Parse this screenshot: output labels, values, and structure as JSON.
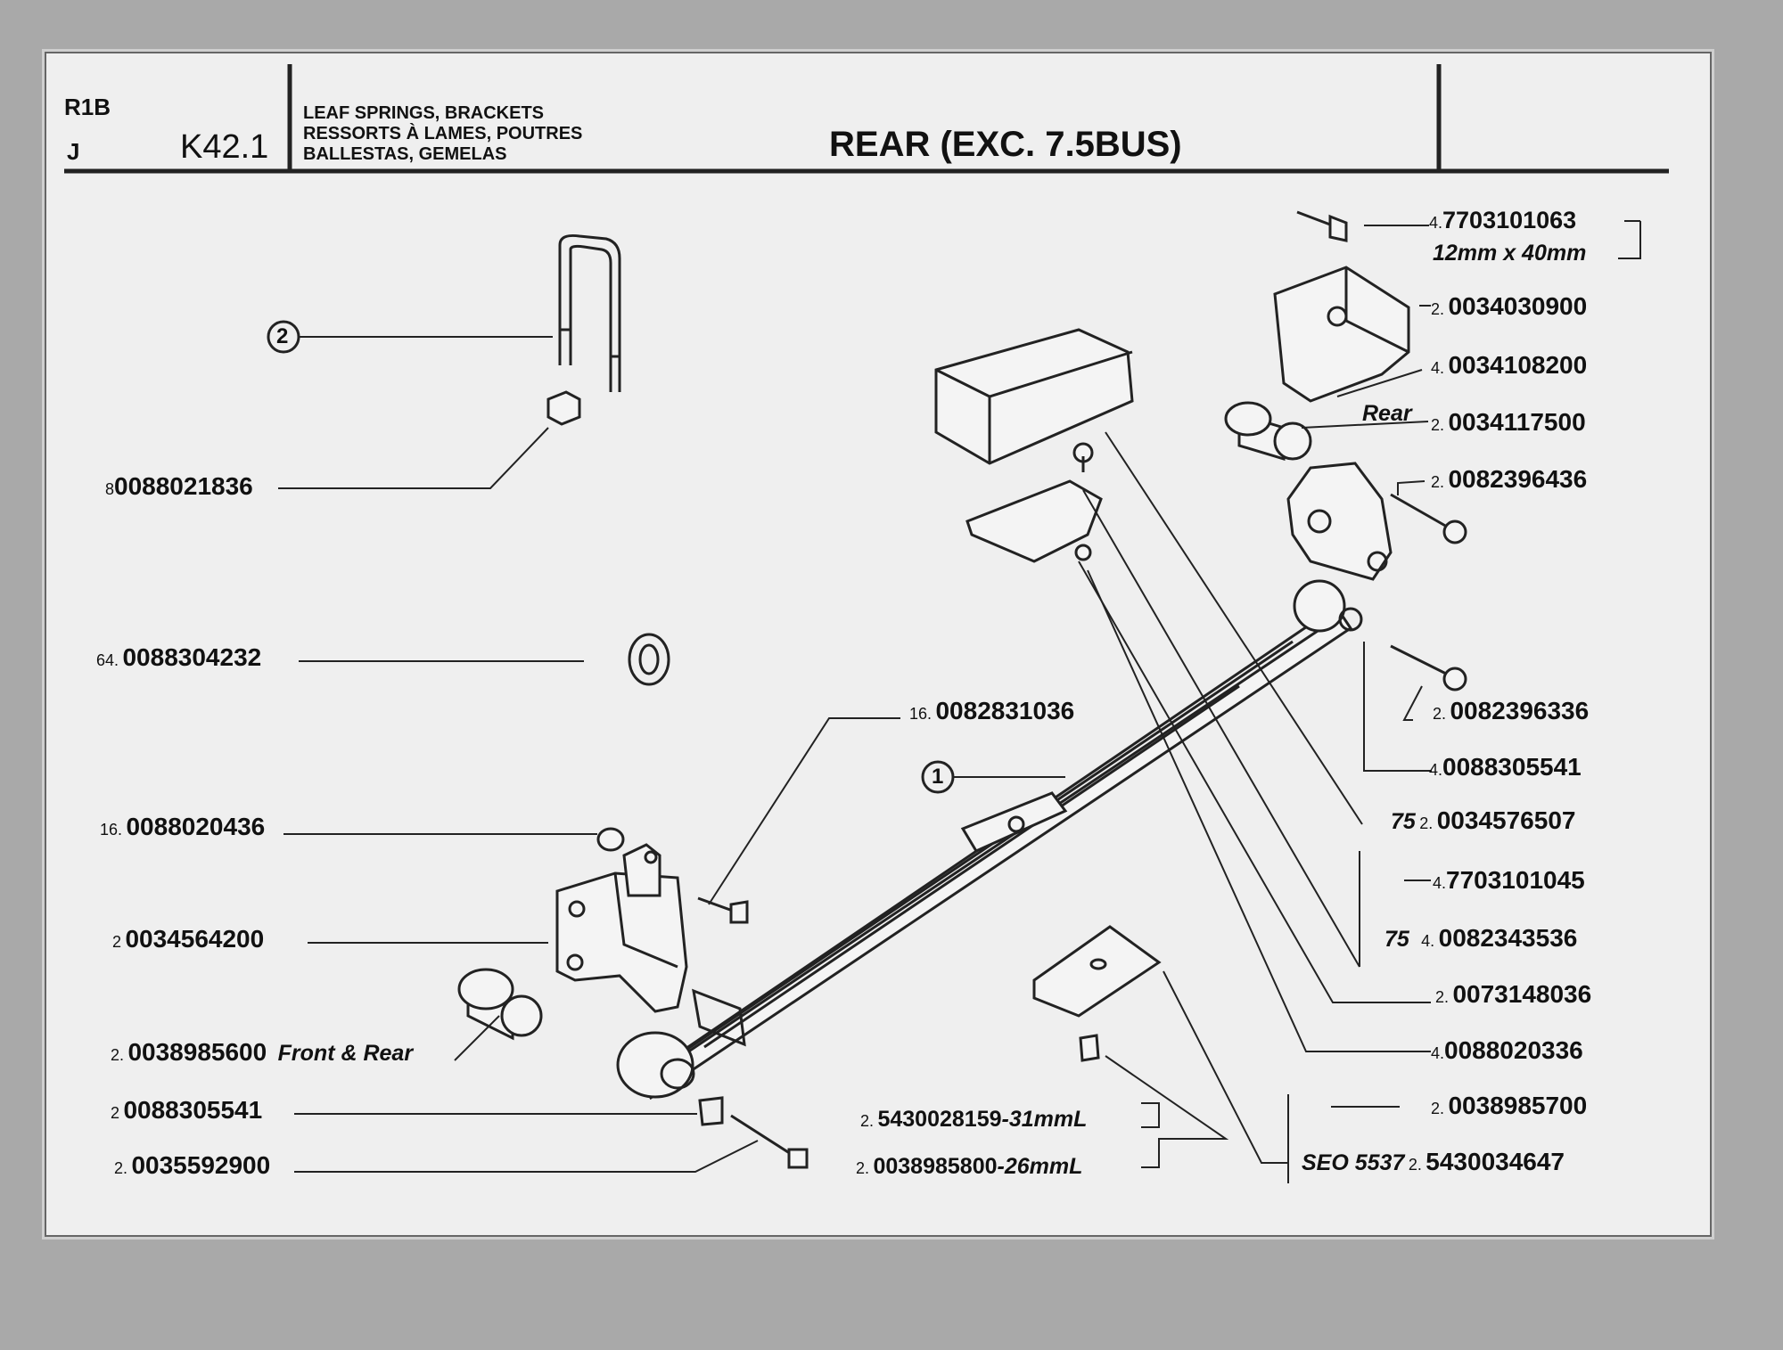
{
  "header": {
    "model": "R1B",
    "variant": "J",
    "page_code": "K42.1",
    "titles": [
      "LEAF SPRINGS, BRACKETS",
      "RESSORTS À LAMES, POUTRES",
      "BALLESTAS, GEMELAS"
    ],
    "subtitle": "REAR (EXC. 7.5BUS)"
  },
  "callouts": {
    "leaf_spring": "1",
    "u_bolt": "2"
  },
  "left_parts": [
    {
      "qty": "8",
      "number": "0088021836"
    },
    {
      "qty": "64.",
      "number": "0088304232"
    },
    {
      "qty": "16.",
      "number": "0088020436"
    },
    {
      "qty": "2",
      "number": "0034564200"
    },
    {
      "qty": "2.",
      "number": "0038985600",
      "note": "Front & Rear"
    },
    {
      "qty": "2",
      "number": "0088305541"
    },
    {
      "qty": "2.",
      "number": "0035592900"
    }
  ],
  "center_parts": [
    {
      "qty": "16.",
      "number": "0082831036"
    },
    {
      "qty": "2.",
      "number": "5430028159",
      "note": "-31mmL"
    },
    {
      "qty": "2.",
      "number": "0038985800",
      "note": "-26mmL"
    }
  ],
  "right_parts": [
    {
      "qty": "4.",
      "number": "7703101063",
      "note": "12mm x 40mm"
    },
    {
      "qty": "2.",
      "number": "0034030900"
    },
    {
      "qty": "4.",
      "number": "0034108200"
    },
    {
      "qty": "2.",
      "number": "0034117500",
      "note": "Rear"
    },
    {
      "qty": "2.",
      "number": "0082396436"
    },
    {
      "qty": "2.",
      "number": "0082396336"
    },
    {
      "qty": "4.",
      "number": "0088305541"
    },
    {
      "qty": "2.",
      "number": "0034576507",
      "prefix": "75"
    },
    {
      "qty": "4.",
      "number": "7703101045"
    },
    {
      "qty": "4.",
      "number": "0082343536",
      "prefix": "75"
    },
    {
      "qty": "2.",
      "number": "0073148036"
    },
    {
      "qty": "4.",
      "number": "0088020336"
    },
    {
      "qty": "2.",
      "number": "0038985700"
    },
    {
      "qty": "2.",
      "number": "5430034647",
      "prefix": "SEO 5537"
    }
  ]
}
